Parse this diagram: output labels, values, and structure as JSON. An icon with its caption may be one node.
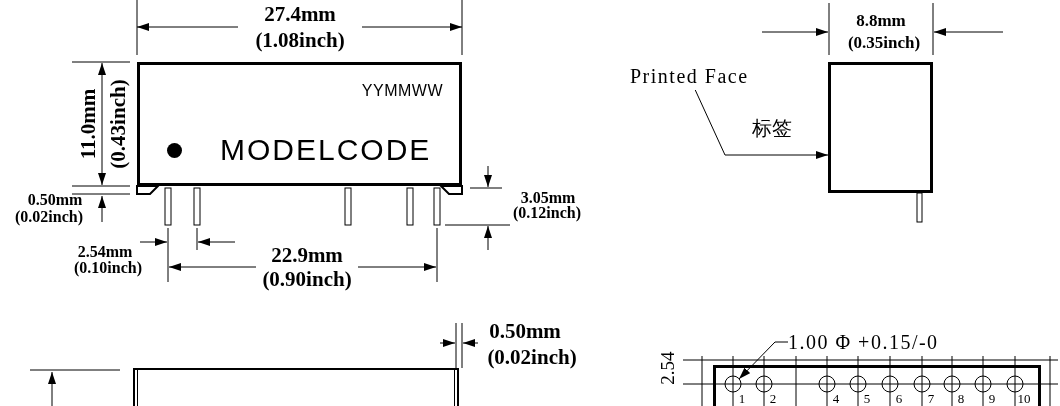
{
  "diagram": {
    "nodes": [
      {
        "text": [
          "YYMMWW",
          "MODELCODE"
        ]
      },
      {
        "text": [],
        "shape": "box"
      },
      {
        "text": [],
        "shape": "box"
      },
      {
        "text": [],
        "shape": "box"
      },
      {
        "text": [
          "Printed Face"
        ]
      },
      {
        "text": [
          "1.00 Φ +0.15/-0"
        ]
      }
    ],
    "edges": [
      {
        "from": 4,
        "to": 1,
        "arrow": "to"
      },
      {
        "from": 5,
        "to": 3,
        "arrow": "to"
      }
    ],
    "labels": [
      "27.4mm",
      "(1.08inch)",
      "8.8mm",
      "(0.35inch)",
      "11.0mm",
      "(0.43inch)",
      "标签",
      "0.50mm",
      "(0.02inch)",
      "3.05mm",
      "(0.12inch)",
      "2.54mm",
      "(0.10inch)",
      "22.9mm",
      "(0.90inch)",
      "0.50mm",
      "(0.02inch)",
      "2.54",
      "1",
      "2",
      "4",
      "5",
      "6",
      "7",
      "8",
      "9",
      "10"
    ]
  }
}
